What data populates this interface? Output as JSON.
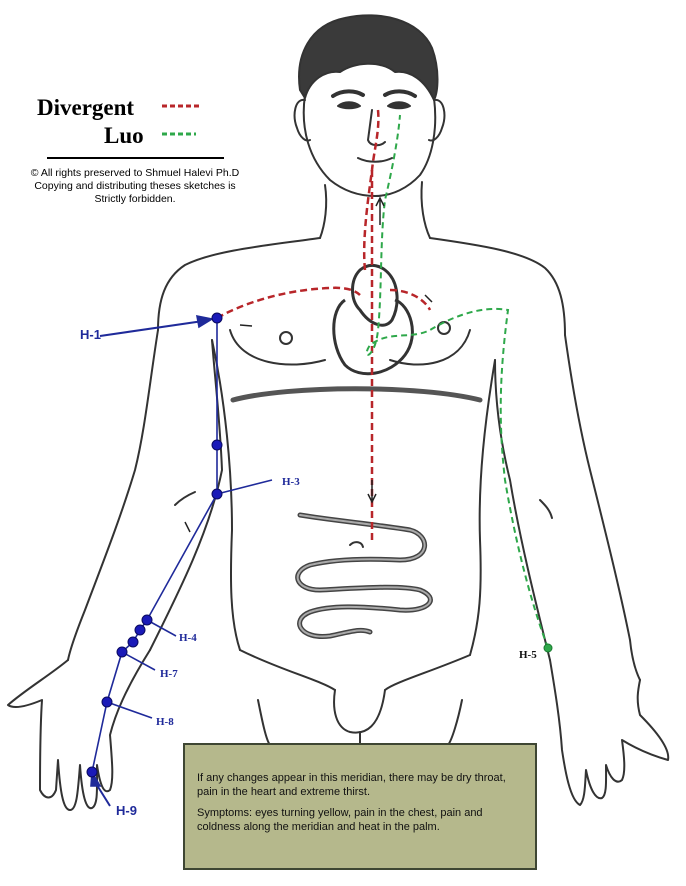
{
  "legend": {
    "items": [
      {
        "label": "Divergent",
        "color": "#b8262a",
        "style": "dashed"
      },
      {
        "label": "Luo",
        "color": "#2ea84a",
        "style": "dashed"
      }
    ]
  },
  "copyright": [
    "© All rights preserved to Shmuel Halevi Ph.D",
    "Copying and distributing theses sketches is",
    "Strictly forbidden."
  ],
  "points": [
    {
      "label": "H-1"
    },
    {
      "label": "H-3"
    },
    {
      "label": "H-4"
    },
    {
      "label": "H-7"
    },
    {
      "label": "H-8"
    },
    {
      "label": "H-9"
    },
    {
      "label": "H-5"
    }
  ],
  "info": {
    "paragraph1": "If any changes appear in this meridian, there may be dry throat, pain in the heart and extreme thirst.",
    "paragraph2": "Symptoms: eyes turning yellow, pain in the chest, pain and coldness along the meridian and heat in the palm."
  },
  "colors": {
    "meridian_line": "#1f2a9a",
    "point_fill": "#1a1ab8",
    "divergent": "#b8262a",
    "luo": "#2ea84a",
    "outline": "#333333",
    "info_bg": "#b5b88c"
  }
}
